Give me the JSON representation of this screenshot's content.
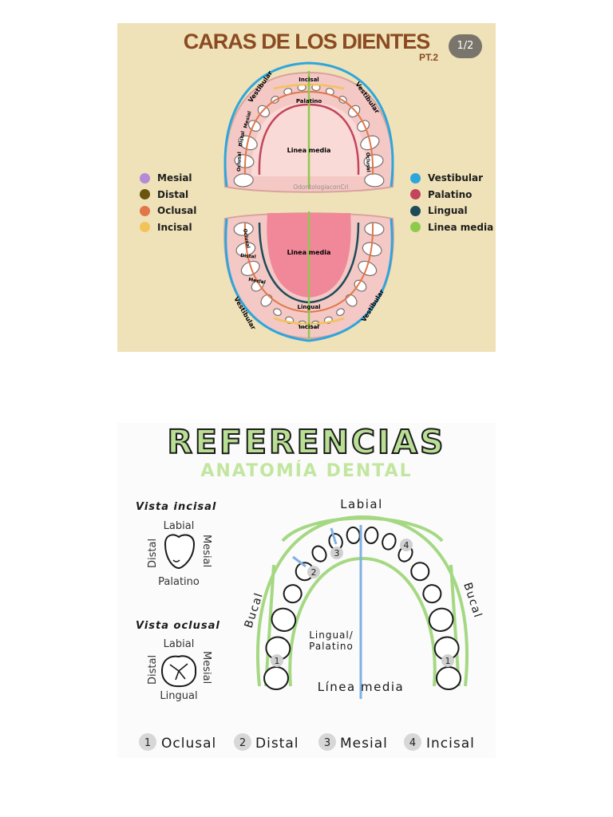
{
  "top": {
    "title": "CARAS DE LOS DIENTES",
    "part": "PT.2",
    "page_indicator": "1/2",
    "watermark": "OdontologiaconCri",
    "legend_left": [
      {
        "label": "Mesial",
        "color": "#b58ad8"
      },
      {
        "label": "Distal",
        "color": "#6b5410"
      },
      {
        "label": "Oclusal",
        "color": "#e0774a"
      },
      {
        "label": "Incisal",
        "color": "#f2c35a"
      }
    ],
    "legend_right": [
      {
        "label": "Vestibular",
        "color": "#2da6dc"
      },
      {
        "label": "Palatino",
        "color": "#c2455c"
      },
      {
        "label": "Lingual",
        "color": "#1d4b5a"
      },
      {
        "label": "Linea media",
        "color": "#8cca4c"
      }
    ],
    "upper_labels": {
      "vestibular_left": "Vestibular",
      "vestibular_right": "Vestibular",
      "incisal": "Incisal",
      "palatino": "Palatino",
      "linea_media": "Linea media",
      "mesial": "Mesial",
      "distal": "Distal",
      "oclusal_left": "Oclusal",
      "oclusal_right": "Oclusal"
    },
    "lower_labels": {
      "linea_media": "Linea media",
      "oclusal": "Oclusal",
      "distal": "Distal",
      "mesial": "Mesial",
      "lingual": "Lingual",
      "incisal": "Incisal",
      "vestibular_left": "Vestibular",
      "vestibular_right": "Vestibular"
    }
  },
  "bottom": {
    "title": "REFERENCIAS",
    "subtitle": "ANATOMÍA DENTAL",
    "vista_incisal": {
      "heading": "Vista incisal",
      "top": "Labial",
      "bottom": "Palatino",
      "left": "Distal",
      "right": "Mesial"
    },
    "vista_oclusal": {
      "heading": "Vista oclusal",
      "top": "Labial",
      "bottom": "Lingual",
      "left": "Distal",
      "right": "Mesial"
    },
    "arch_labels": {
      "labial": "Labial",
      "bucal_left": "Bucal",
      "bucal_right": "Bucal",
      "lingual": "Lingual/",
      "palatino": "Palatino",
      "linea_media": "Línea media"
    },
    "markers": [
      "1",
      "2",
      "3",
      "4",
      "1"
    ],
    "references": [
      {
        "num": "1",
        "label": "Oclusal"
      },
      {
        "num": "2",
        "label": "Distal"
      },
      {
        "num": "3",
        "label": "Mesial"
      },
      {
        "num": "4",
        "label": "Incisal"
      }
    ],
    "colors": {
      "arch": "#a5d883",
      "midline": "#7fb2e2",
      "outline": "#1a1a1a"
    }
  }
}
